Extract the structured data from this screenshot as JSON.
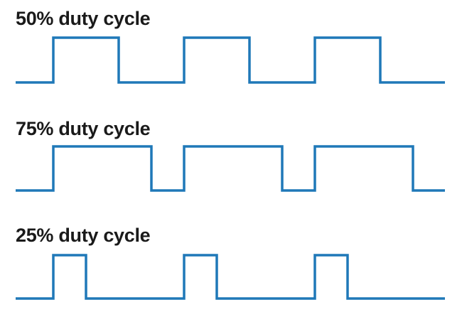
{
  "style": {
    "wave_color": "#1f78b8",
    "text_color": "#1a1a1a",
    "background": "#ffffff"
  },
  "panels": [
    {
      "title": "50% duty cycle",
      "duty_cycle_percent": 50,
      "periods": 3
    },
    {
      "title": "75% duty cycle",
      "duty_cycle_percent": 75,
      "periods": 3
    },
    {
      "title": "25% duty cycle",
      "duty_cycle_percent": 25,
      "periods": 3
    }
  ]
}
